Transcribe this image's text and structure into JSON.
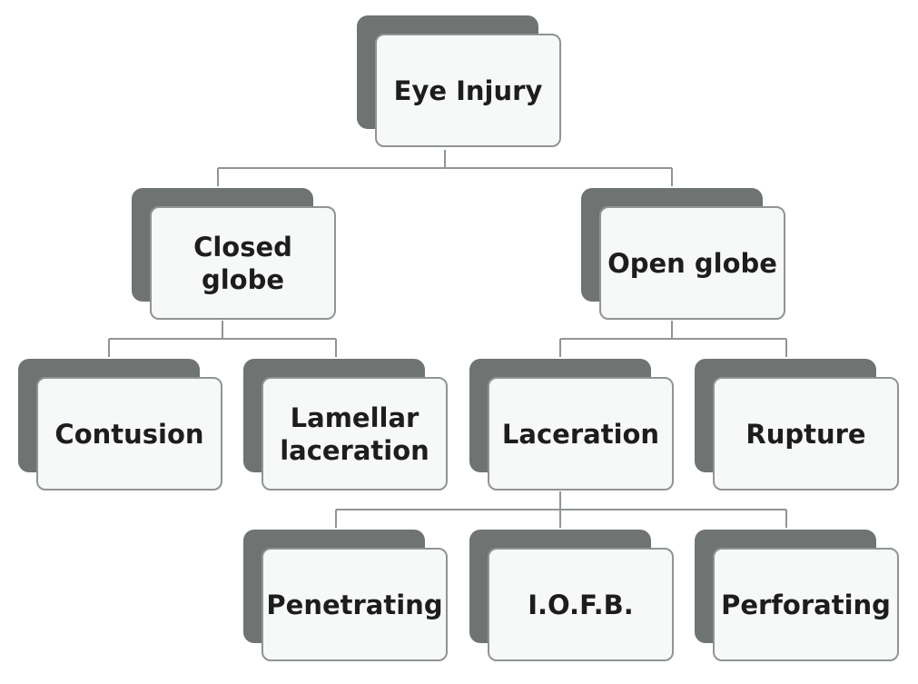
{
  "nodes": {
    "eye_injury": "Eye Injury",
    "closed_globe": "Closed\nglobe",
    "open_globe": "Open globe",
    "contusion": "Contusion",
    "lamellar_laceration": "Lamellar\nlaceration",
    "laceration": "Laceration",
    "rupture": "Rupture",
    "penetrating": "Penetrating",
    "iofb": "I.O.F.B.",
    "perforating": "Perforating"
  },
  "colors": {
    "shadow": "#6f7472",
    "card_fill": "#f7f8f8",
    "card_border": "#8f9593",
    "connector": "#8f9593",
    "text": "#1d1d1d"
  }
}
